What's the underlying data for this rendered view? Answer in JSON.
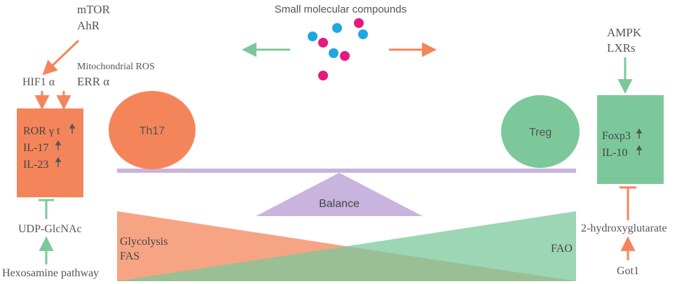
{
  "title": "Small molecular compounds",
  "left": {
    "upstream": [
      "mTOR",
      "AhR"
    ],
    "mito": "Mitochondrial ROS",
    "hif": "HIF1 α",
    "err": "ERR α",
    "box_lines": [
      "ROR γ t",
      "IL-17",
      "IL-23"
    ],
    "inhibitor": "UDP-GlcNAc",
    "pathway": "Hexosamine pathway"
  },
  "cells": {
    "left": "Th17",
    "right": "Treg"
  },
  "balance": "Balance",
  "metabolism": {
    "left_lines": [
      "Glycolysis",
      "FAS"
    ],
    "right": "FAO"
  },
  "right": {
    "upstream": [
      "AMPK",
      "LXRs"
    ],
    "box_lines": [
      "Foxp3",
      "IL-10"
    ],
    "inhibitor": "2-hydroxyglutarate",
    "source": "Got1"
  },
  "colors": {
    "orange": "#f4855b",
    "green": "#7cc89b",
    "purple": "#c8b4dc",
    "cyan": "#1ea7e1",
    "magenta": "#e5197f"
  }
}
